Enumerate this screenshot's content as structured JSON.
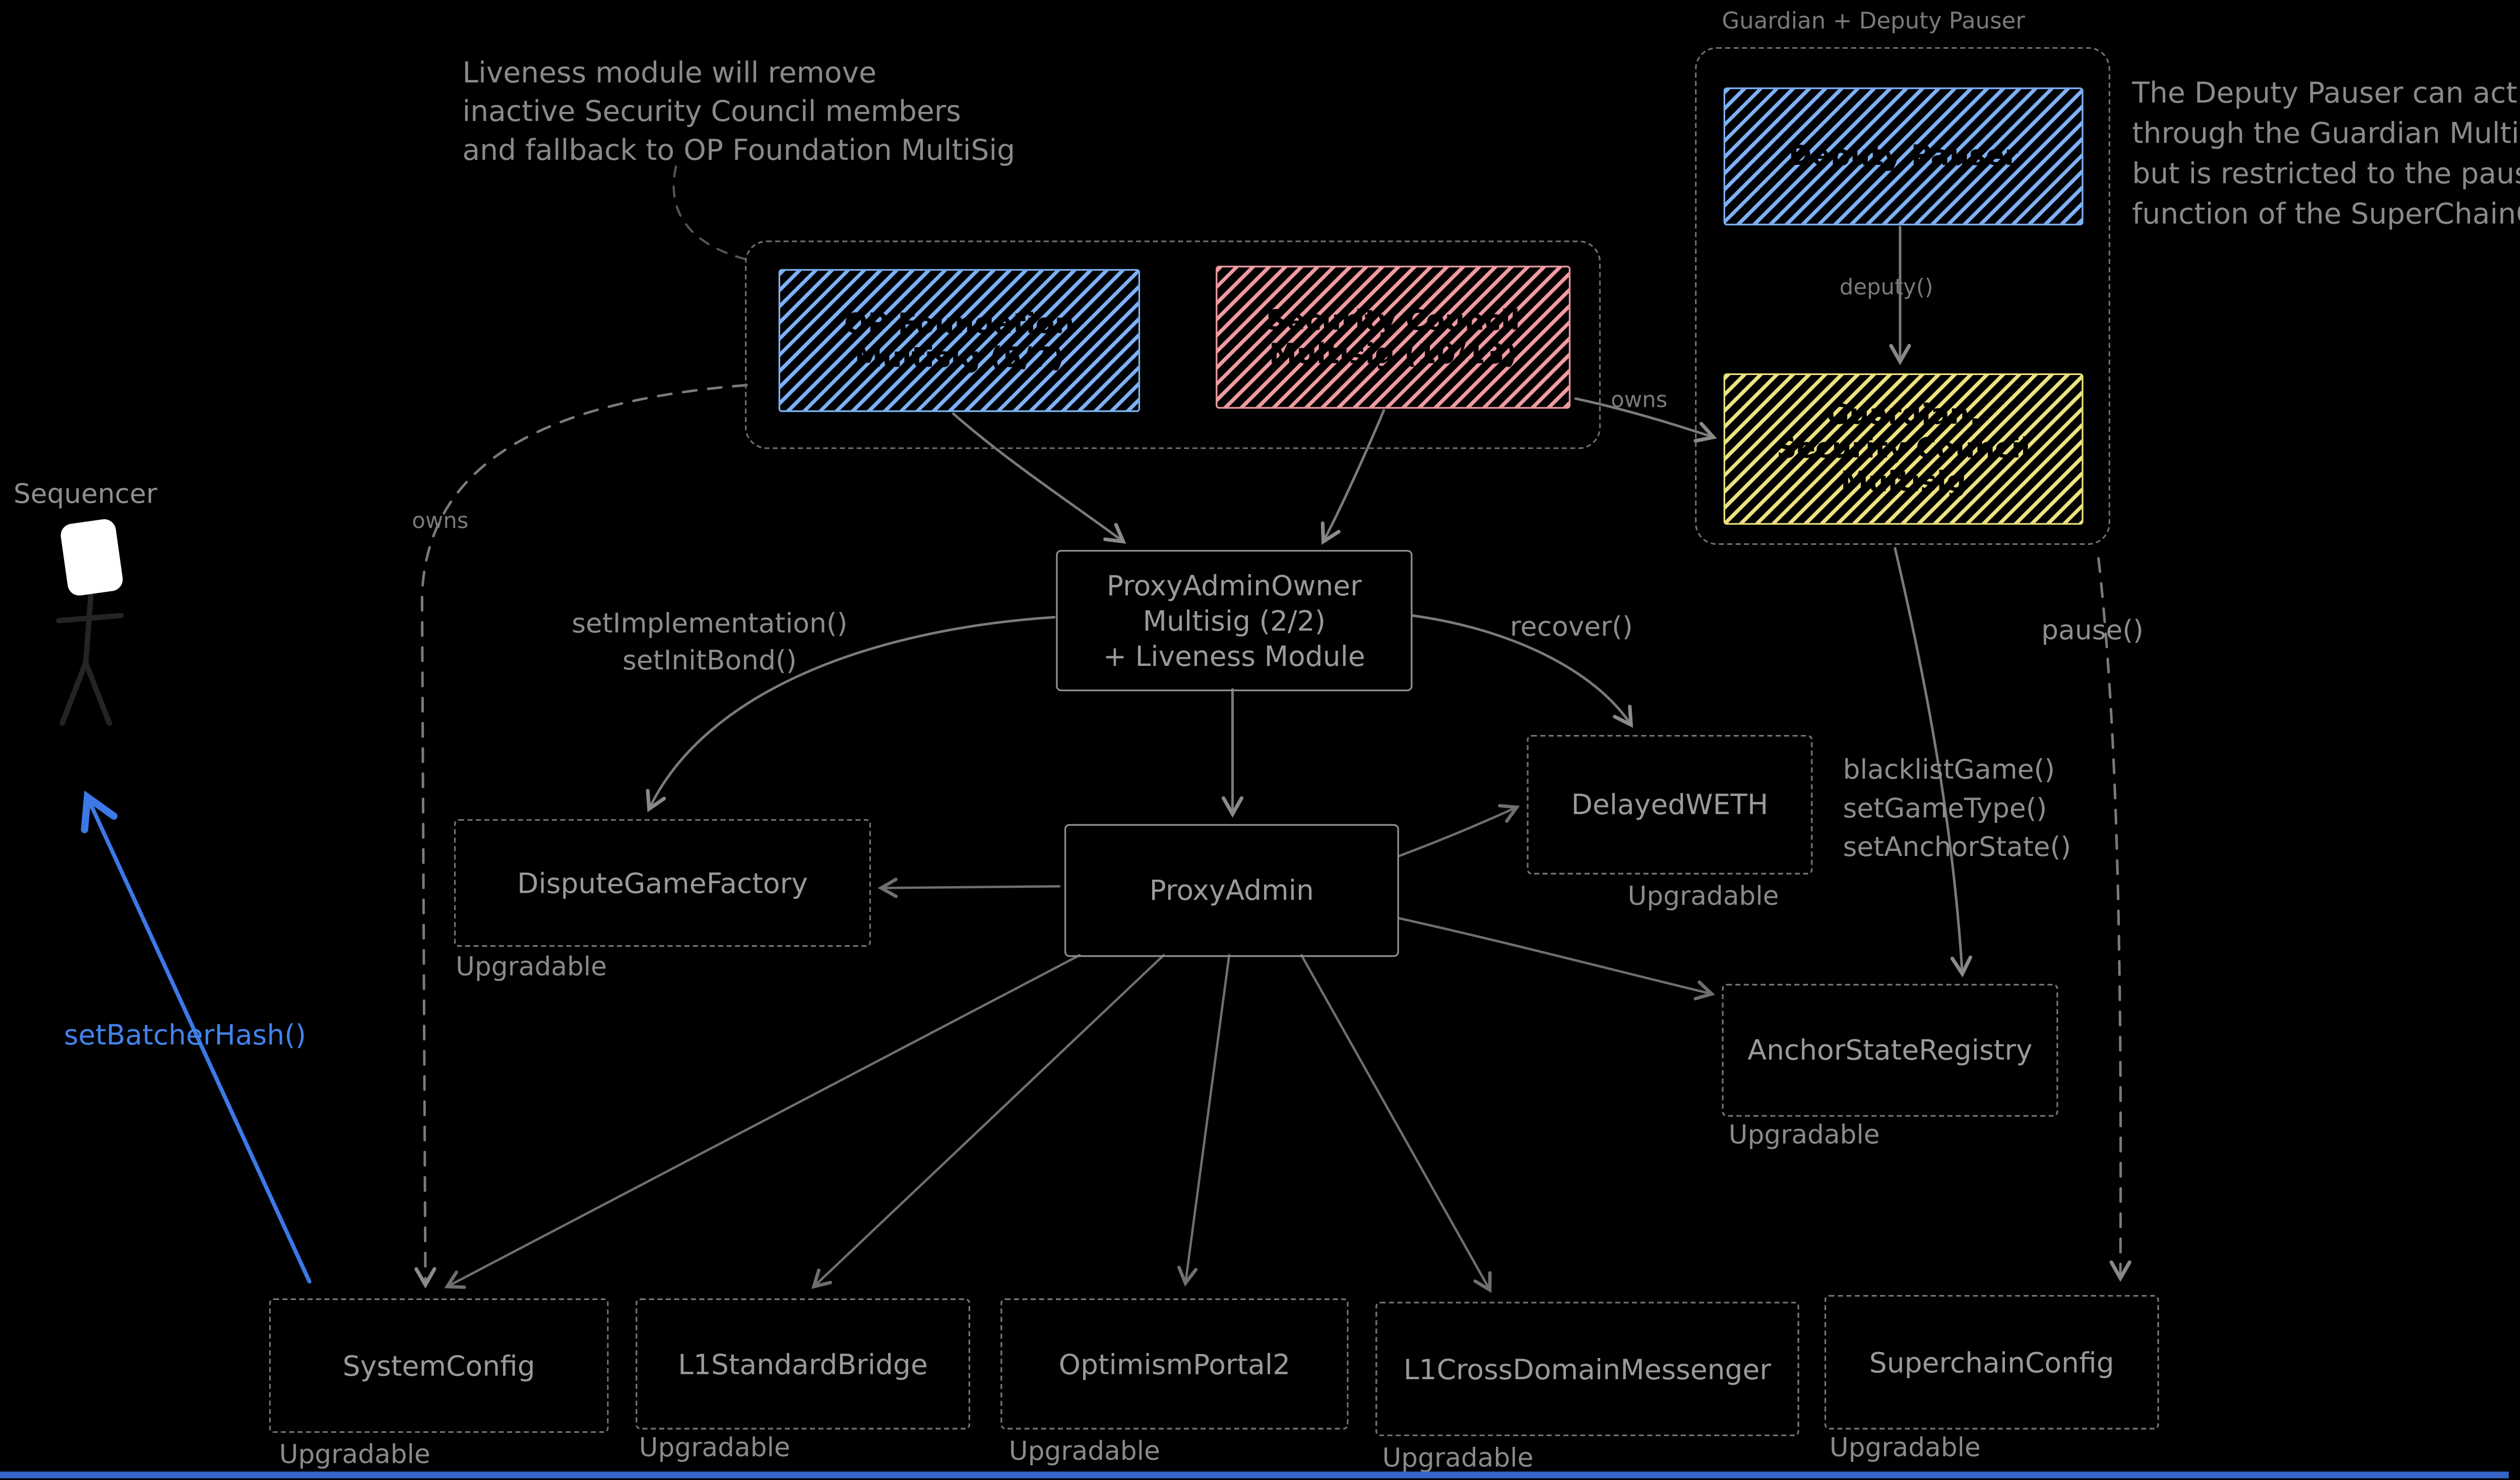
{
  "diagram": {
    "annotations": {
      "liveness_note": "Liveness module will remove\ninactive Security Council members\nand fallback to OP Foundation MultiSig",
      "deputy_note": "The Deputy Pauser can act\nthrough the Guardian Multisig,\nbut is restricted to the pause()\nfunction of the SuperChainConfig"
    },
    "actors": {
      "sequencer_label": "Sequencer",
      "set_batcher_hash": "setBatcherHash()"
    },
    "groups": {
      "guardian_title": "Guardian + Deputy Pauser"
    },
    "multisigs": {
      "op_foundation": "OP Foundation\nMultisig (5/7)",
      "security_council": "Security Council\nMultisig (10/13)",
      "deputy_pauser": "Deputy Pauser",
      "guardian": "Guardian:\nSecurity Council\nMultisig"
    },
    "nodes": {
      "proxy_admin_owner": "ProxyAdminOwner\nMultisig (2/2)\n+ Liveness Module",
      "proxy_admin": "ProxyAdmin",
      "dispute_game_factory": "DisputeGameFactory",
      "delayed_weth": "DelayedWETH",
      "anchor_state_registry": "AnchorStateRegistry",
      "system_config": "SystemConfig",
      "l1_standard_bridge": "L1StandardBridge",
      "optimism_portal2": "OptimismPortal2",
      "l1_cross_domain_messenger": "L1CrossDomainMessenger",
      "superchain_config": "SuperchainConfig",
      "upgradable": "Upgradable"
    },
    "edges": {
      "owns_left": "owns",
      "owns_right": "owns",
      "deputy_fn": "deputy()",
      "set_implementation": "setImplementation()\nsetInitBond()",
      "recover": "recover()",
      "guardian_actions": "blacklistGame()\nsetGameType()\nsetAnchorState()",
      "pause": "pause()"
    },
    "colors": {
      "background": "#000000",
      "blue_hatch": "#7db1f5",
      "red_hatch": "#f09aa2",
      "yellow_hatch": "#ece27f",
      "action_blue": "#4383ec",
      "line_gray": "#7b7b7b"
    }
  }
}
